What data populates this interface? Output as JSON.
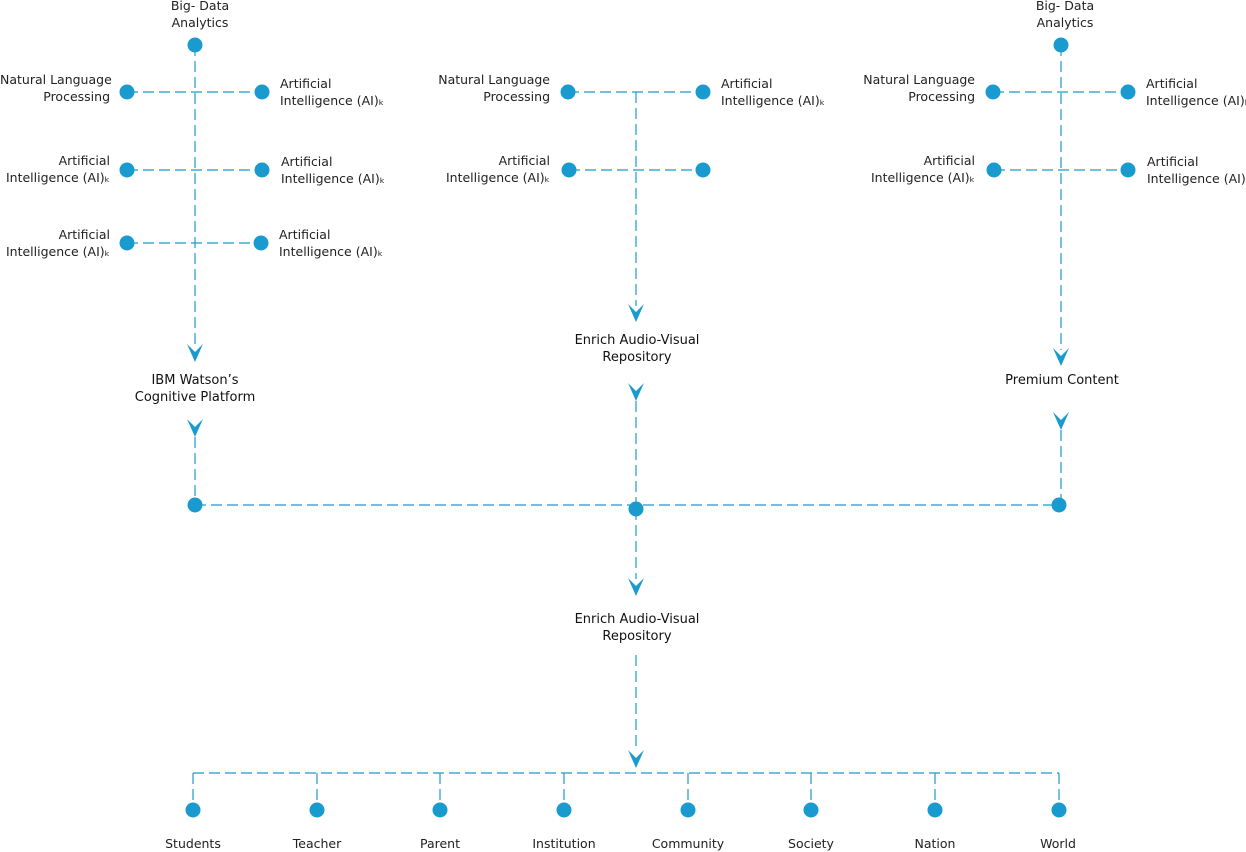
{
  "colors": {
    "accent": "#1a9bcf",
    "text": "#222222"
  },
  "diagram": {
    "columns": [
      {
        "top": "Big- Data\nAnalytics",
        "rows": [
          {
            "left": "Natural Language\nProcessing",
            "right": "Artificial\nIntelligence (AI)ₖ"
          },
          {
            "left": "Artificial\nIntelligence (AI)ₖ",
            "right": "Artificial\nIntelligence (AI)ₖ"
          },
          {
            "left": "Artificial\nIntelligence (AI)ₖ",
            "right": "Artificial\nIntelligence (AI)ₖ"
          }
        ],
        "output": "IBM Watson’s\nCognitive Platform"
      },
      {
        "rows": [
          {
            "left": "Natural Language\nProcessing",
            "right": "Artificial\nIntelligence (AI)ₖ"
          },
          {
            "left": "Artificial\nIntelligence (AI)ₖ"
          }
        ],
        "output": "Enrich Audio-Visual\nRepository"
      },
      {
        "top": "Big- Data\nAnalytics",
        "rows": [
          {
            "left": "Natural Language\nProcessing",
            "right": "Artificial\nIntelligence (AI)ₖ"
          },
          {
            "left": "Artificial\nIntelligence (AI)ₖ",
            "right": "Artificial\nIntelligence (AI)ₖ"
          }
        ],
        "output": "Premium Content"
      }
    ],
    "combined_output": "Enrich Audio-Visual\nRepository",
    "targets": [
      "Students",
      "Teacher",
      "Parent",
      "Institution",
      "Community",
      "Society",
      "Nation",
      "World"
    ]
  }
}
